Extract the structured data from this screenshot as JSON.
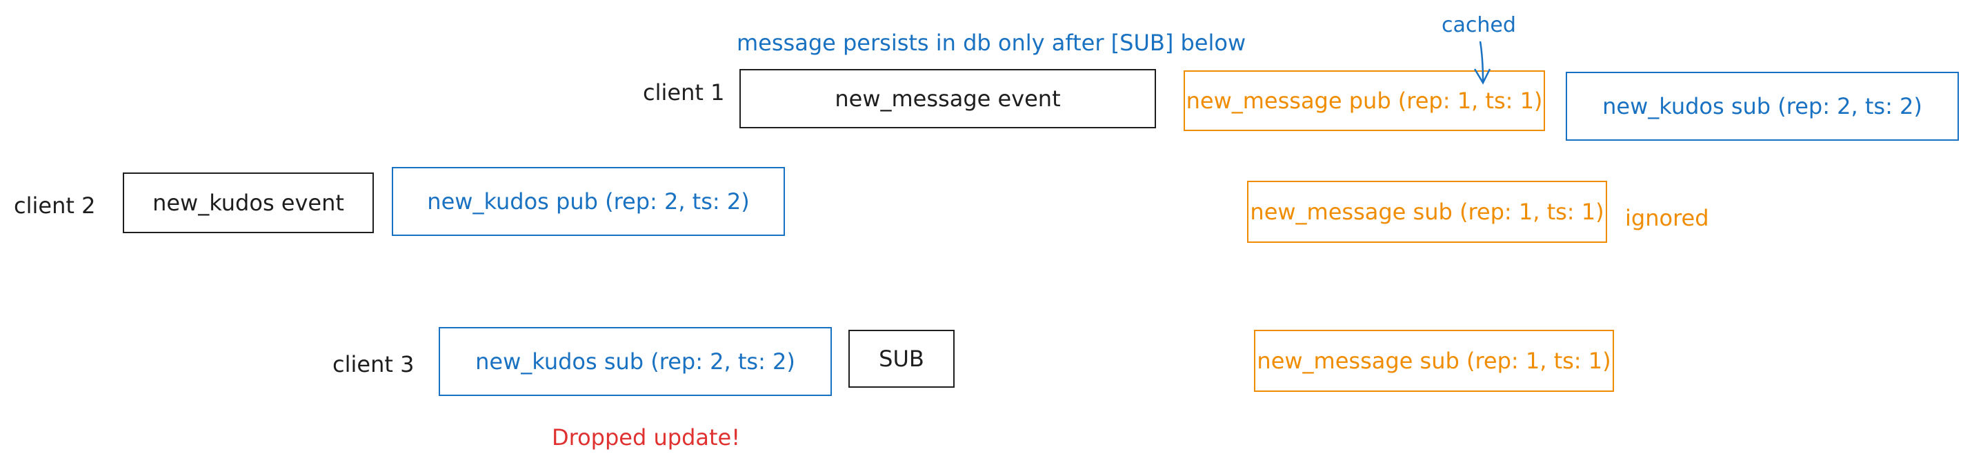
{
  "colors": {
    "black": "#1e1e1e",
    "blue": "#1971c2",
    "orange": "#f08c00",
    "red": "#e03131"
  },
  "labels": {
    "client1": "client 1",
    "client2": "client 2",
    "client3": "client 3",
    "persist_note": "message persists in db only after [SUB] below",
    "cached_note": "cached",
    "ignored_note": "ignored",
    "dropped_note": "Dropped update!"
  },
  "boxes": {
    "c1_event": "new_message event",
    "c1_pub": "new_message pub (rep: 1, ts: 1)",
    "c1_sub": "new_kudos sub (rep: 2, ts: 2)",
    "c2_event": "new_kudos event",
    "c2_pub": "new_kudos pub (rep: 2, ts: 2)",
    "c2_sub": "new_message sub (rep: 1, ts: 1)",
    "c3_sub_kudos": "new_kudos sub (rep: 2, ts: 2)",
    "c3_sub_cmd": "SUB",
    "c3_sub_message": "new_message sub (rep: 1, ts: 1)"
  }
}
